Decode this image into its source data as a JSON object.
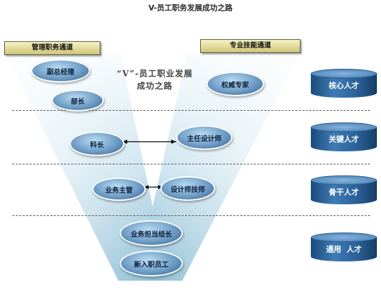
{
  "title": "V-员工职务发展成功之路",
  "channels": {
    "management": "管理职务通道",
    "technical": "专业技能通道"
  },
  "v_note": {
    "line1": "“V”-员工职业发展",
    "line2": "成功之路"
  },
  "management_positions": [
    "副总经理",
    "部长",
    "科长",
    "业务主管"
  ],
  "technical_positions": [
    "权威专家",
    "主任设计师",
    "设计师技师"
  ],
  "base_positions": [
    "业务担当组长",
    "新入职员工"
  ],
  "talent_levels": [
    "核心人才",
    "关键人才",
    "骨干人才",
    "通用  人才"
  ],
  "colors": {
    "v_light": "#ffffff",
    "v_dark": "#9ec8dd",
    "ellipse": "#6f9dc6",
    "cylinder": "#2b6198",
    "label_bg": "#e8df9a"
  }
}
